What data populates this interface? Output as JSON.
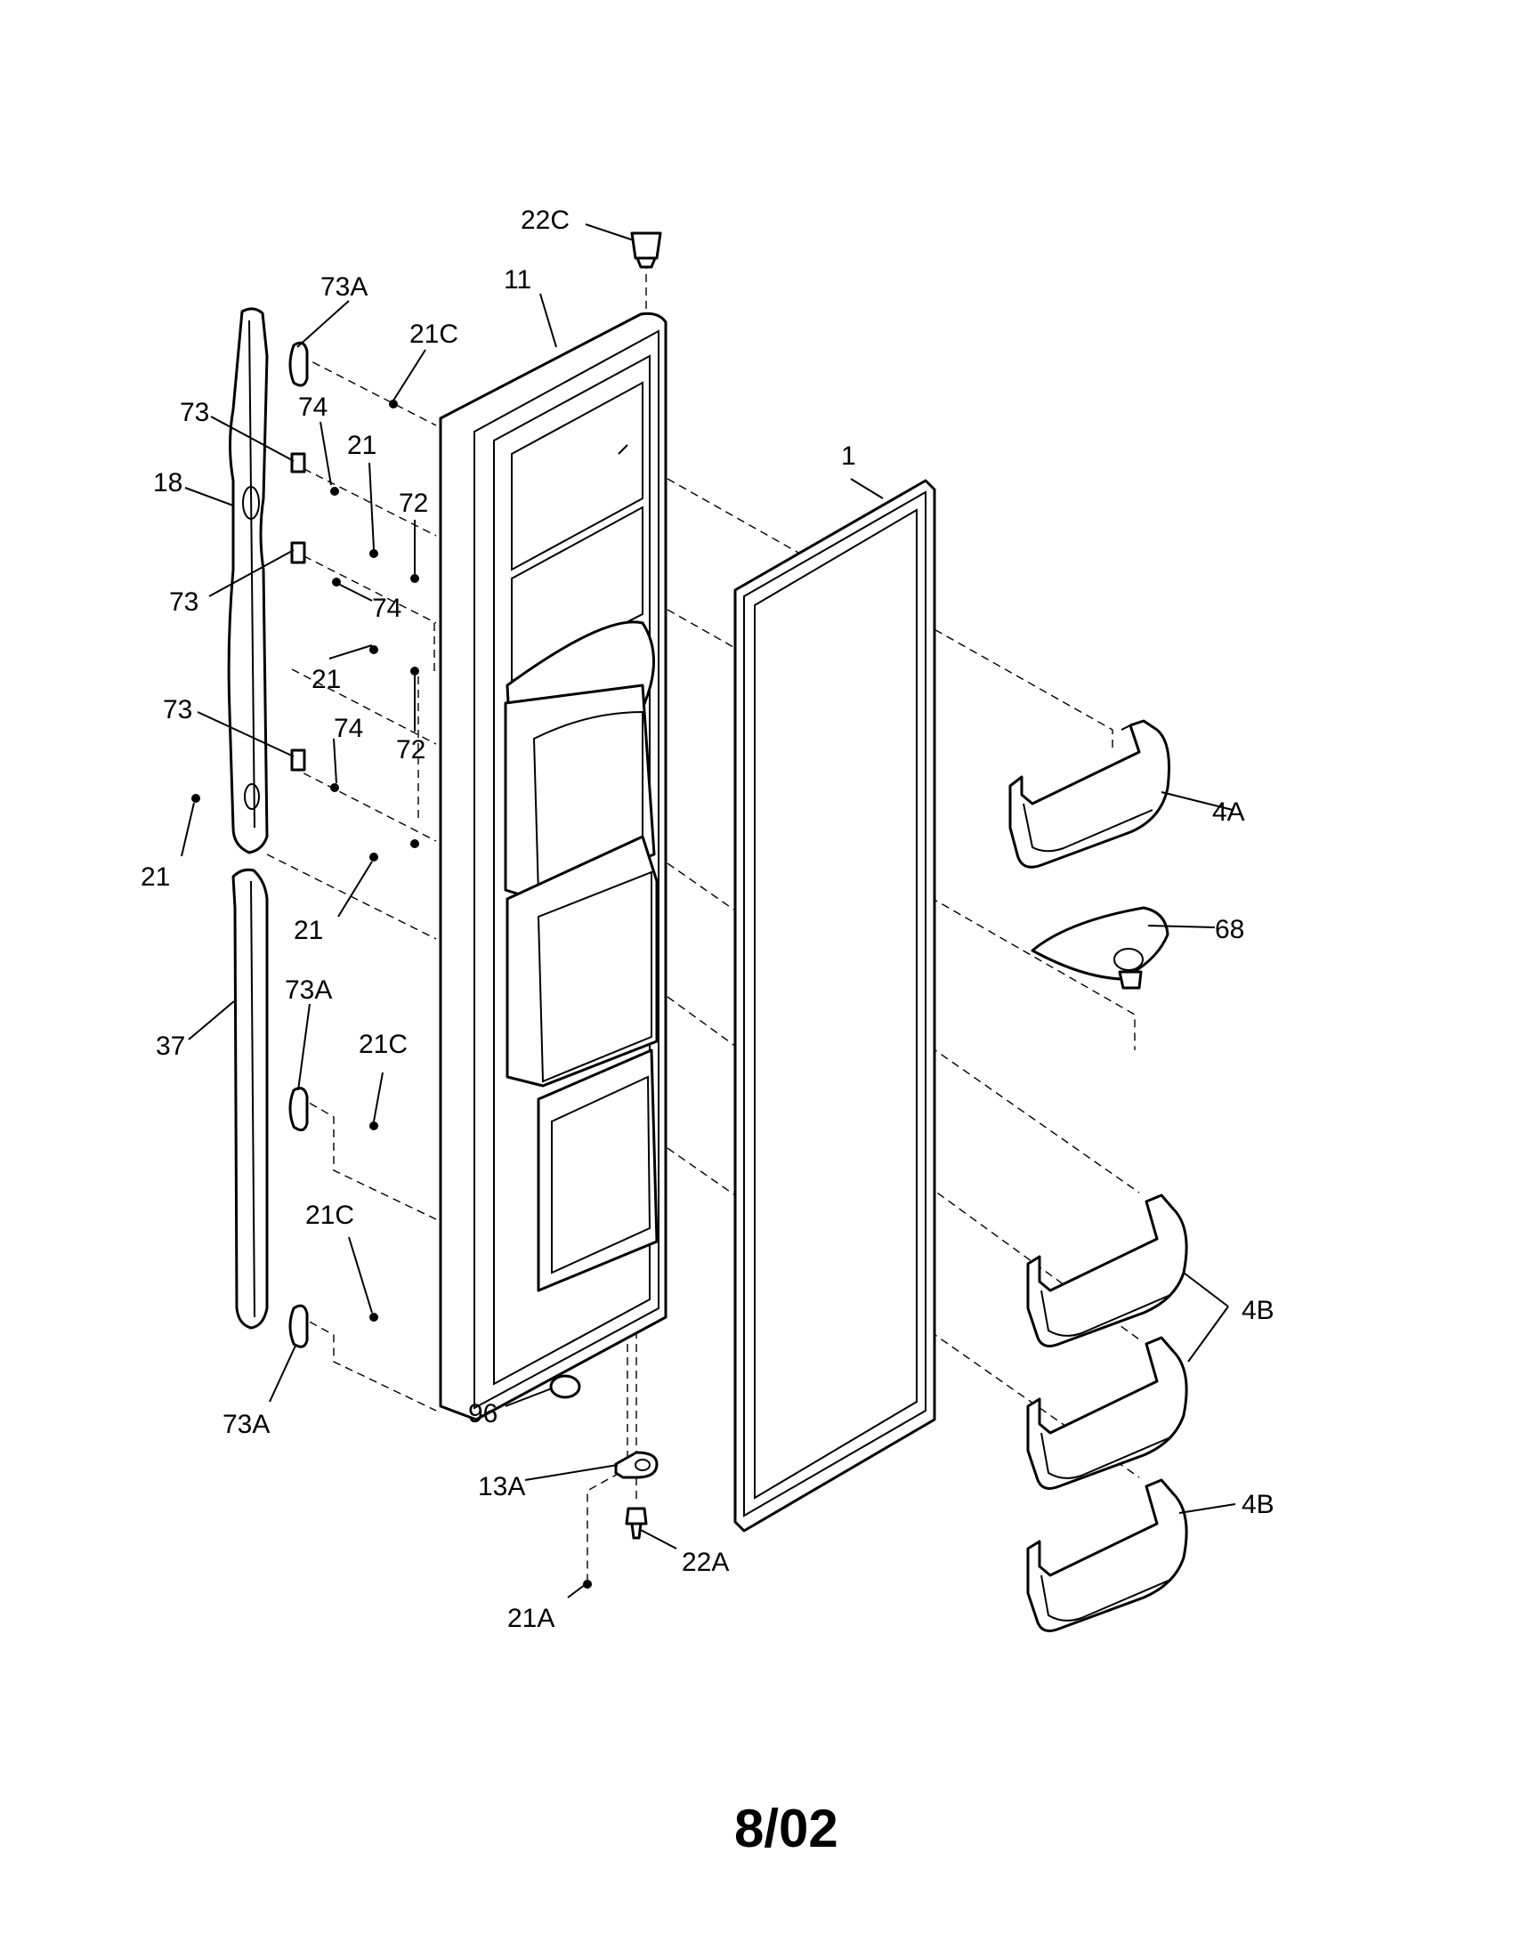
{
  "diagram": {
    "callouts": {
      "p22C": "22C",
      "p11": "11",
      "p73A_top": "73A",
      "p21C_top": "21C",
      "p73_a": "73",
      "p74_a": "74",
      "p21_a": "21",
      "p72_a": "72",
      "p18": "18",
      "p73_b": "73",
      "p74_b": "74",
      "p21_b": "21",
      "p73_c": "73",
      "p74_c": "74",
      "p72_b": "72",
      "p21_c": "21",
      "p21_d": "21",
      "p1": "1",
      "p4A": "4A",
      "p68": "68",
      "p37": "37",
      "p73A_mid": "73A",
      "p21C_mid": "21C",
      "p21C_low": "21C",
      "p73A_low": "73A",
      "p96": "96",
      "p13A": "13A",
      "p22A": "22A",
      "p21A": "21A",
      "p4B_a": "4B",
      "p4B_b": "4B"
    },
    "date_code": "8/02"
  }
}
